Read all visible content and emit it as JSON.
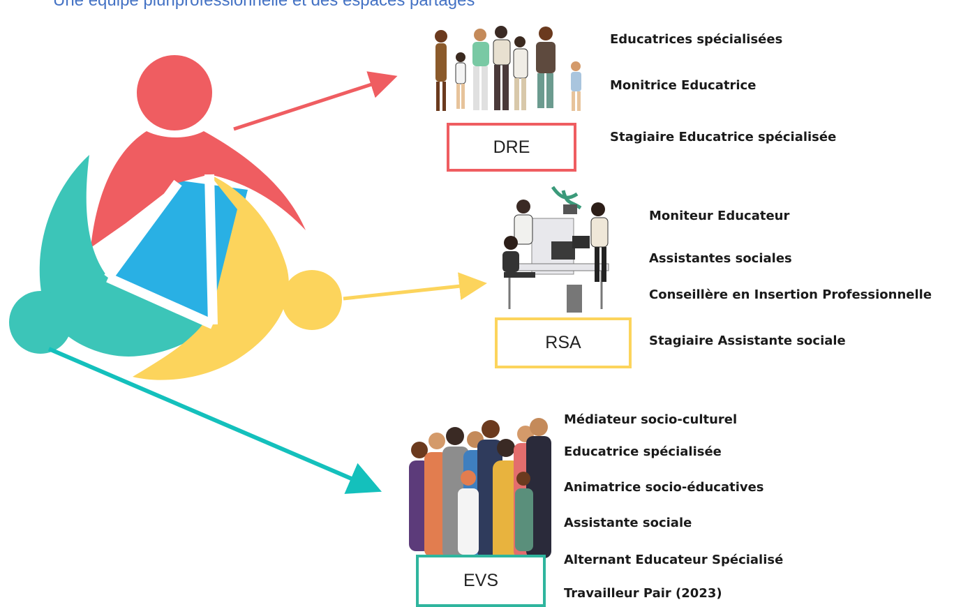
{
  "title": "Une équipe pluriprofessionnelle et des espaces partagés",
  "colors": {
    "red": "#ef5d61",
    "yellow": "#fcd45c",
    "teal": "#3cc5b8",
    "blue": "#29b0e4",
    "arrow_teal": "#14c0bc",
    "title": "#4472c4"
  },
  "groups": [
    {
      "label": "DRE",
      "illustration": "family-group-illustration",
      "roles": [
        "Educatrices spécialisées",
        "Monitrice Educatrice",
        "Stagiaire Educatrice spécialisée"
      ]
    },
    {
      "label": "RSA",
      "illustration": "office-workers-illustration",
      "roles": [
        "Moniteur Educateur",
        "Assistantes sociales",
        "Conseillère en Insertion Professionnelle",
        "Stagiaire Assistante sociale"
      ]
    },
    {
      "label": "EVS",
      "illustration": "diverse-crowd-illustration",
      "roles": [
        "Médiateur socio-culturel",
        "Educatrice spécialisée",
        "Animatrice socio-éducatives",
        "Assistante sociale",
        "Alternant Educateur Spécialisé",
        "Travailleur Pair (2023)"
      ]
    }
  ]
}
